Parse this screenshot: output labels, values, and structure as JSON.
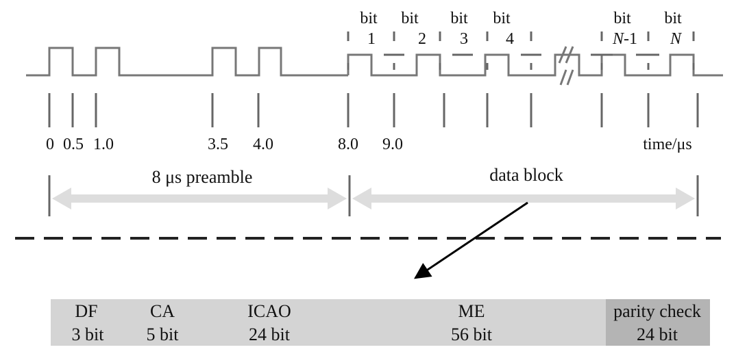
{
  "colors": {
    "waveform": "#777777",
    "ticks": "#666666",
    "arrow": "#dddddd",
    "dashed_line": "#222222",
    "field_bg": "#d4d4d4",
    "parity_bg": "#b4b4b4",
    "pointer": "#000000"
  },
  "bit_labels": [
    {
      "word": "bit",
      "index": "1"
    },
    {
      "word": "bit",
      "index": "2"
    },
    {
      "word": "bit",
      "index": "3"
    },
    {
      "word": "bit",
      "index": "4"
    },
    {
      "word": "bit",
      "index_prefix": "N",
      "index_suffix": "-1"
    },
    {
      "word": "bit",
      "index_prefix": "N"
    }
  ],
  "time_labels": [
    "0",
    "0.5",
    "1.0",
    "3.5",
    "4.0",
    "8.0",
    "9.0"
  ],
  "time_unit": "time/μs",
  "spans": {
    "preamble": "8 μs preamble",
    "data_block": "data block"
  },
  "fields": [
    {
      "name": "DF",
      "bits": "3 bit"
    },
    {
      "name": "CA",
      "bits": "5 bit"
    },
    {
      "name": "ICAO",
      "bits": "24 bit"
    },
    {
      "name": "ME",
      "bits": "56 bit"
    },
    {
      "name": "parity check",
      "bits": "24 bit"
    }
  ]
}
